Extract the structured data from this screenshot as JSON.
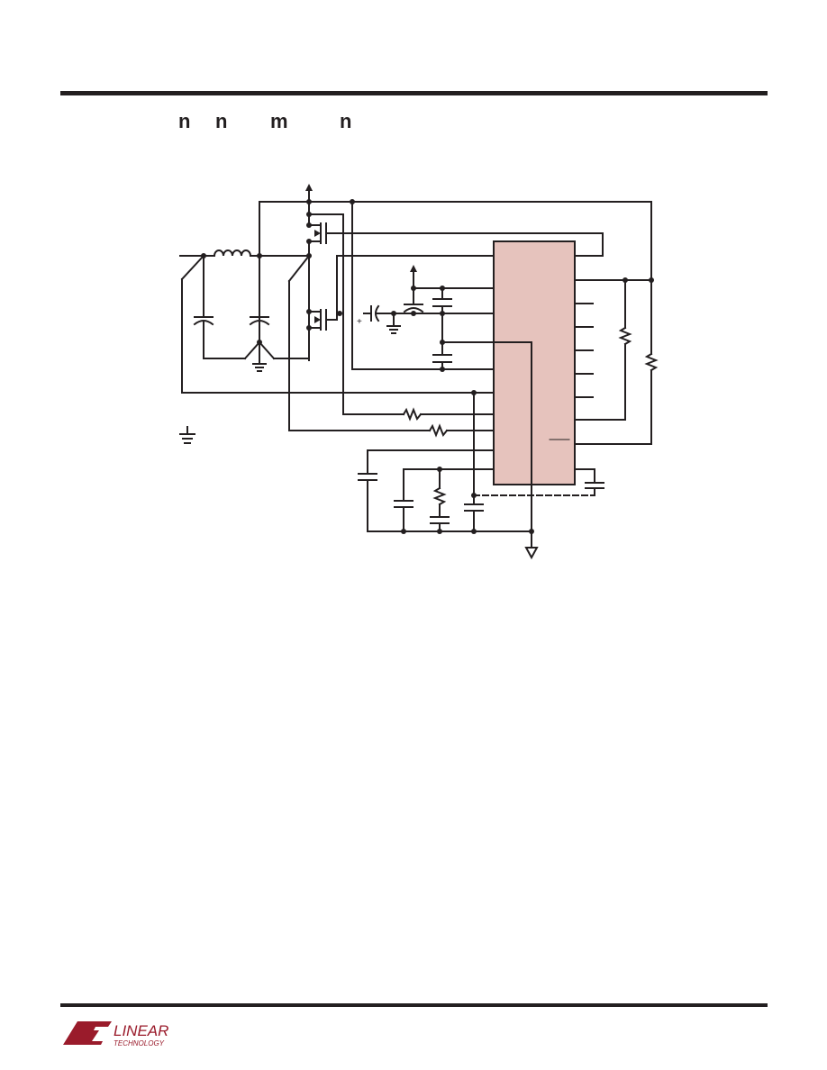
{
  "header": {
    "glyphs": [
      "n",
      "n",
      "m",
      "n"
    ]
  },
  "schematic": {
    "ic_color": "#e6c3bd",
    "line_color": "#231f20",
    "cap_polarity_mark": "+"
  },
  "footer": {
    "logo_word_1": "LINEAR",
    "logo_word_2": "TECHNOLOGY",
    "logo_color": "#9a1b2b"
  }
}
